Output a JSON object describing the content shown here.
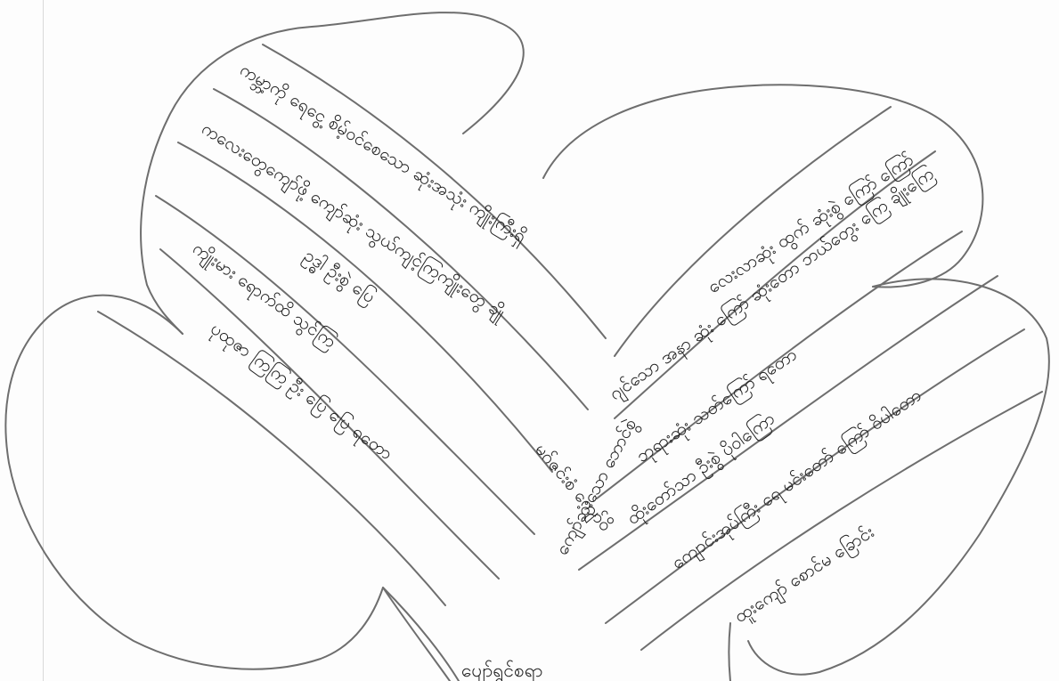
{
  "colors": {
    "paper": "#fdfdfd",
    "pencil": "#6e6e6e",
    "ink": "#1e1e1e",
    "margin": "#d9d9d9"
  },
  "drawing": {
    "subject": "three-lobed leaf / clover sketch with lined writing bands",
    "left_lobe_lines": [
      "ကမ္ဘာ့ကို ရေငွေ့ စိမ့်ဝင်စေသော ဆုံးအသုံး ကျိုးကြီးရှိ",
      "ကလေးတွေကျော်ဖို့ ကျော်ဆုံး သွယ်ကျင့်ကြကျိုးတွေ ချို",
      "ဥဒ္ဓါ ဦးစွဲ ပြေ",
      "ကျိုးမား ရောက်ထိ သွင်ကြ",
      "ပုထုဇာ ကြကြ ဦး ပြေ ပြေ ရတော"
    ],
    "right_lobe_lines": [
      "ဂျင်သော အနာ ဆုံး ကြော် ဆုံးတော ဘယ်တွေး ကြေ ချိုးကြေ",
      "လေးလာဆုံး ထွက် ဆုံးစွဲ ကြော် ကြော်",
      "ဘုရားဆုံး သတ်ကြော် ရတော",
      "ကျောင်းအုပ်ကြီး ရေ မင်းတော် ကြော် ဝိပါတော",
      "ထိုးတော်သာ ဦးစွဲ ပိုဝါကြော",
      "ထူးကျော် စောင်မ ခြောင်း"
    ],
    "center_lines": [
      "ကျော်ဆုံးသော ဘောင်စွဲ",
      "မဂ်ဇင်းစံ ကျော်ဝိ"
    ],
    "stem_label": "ပျော်ရွှင်စရာ"
  }
}
